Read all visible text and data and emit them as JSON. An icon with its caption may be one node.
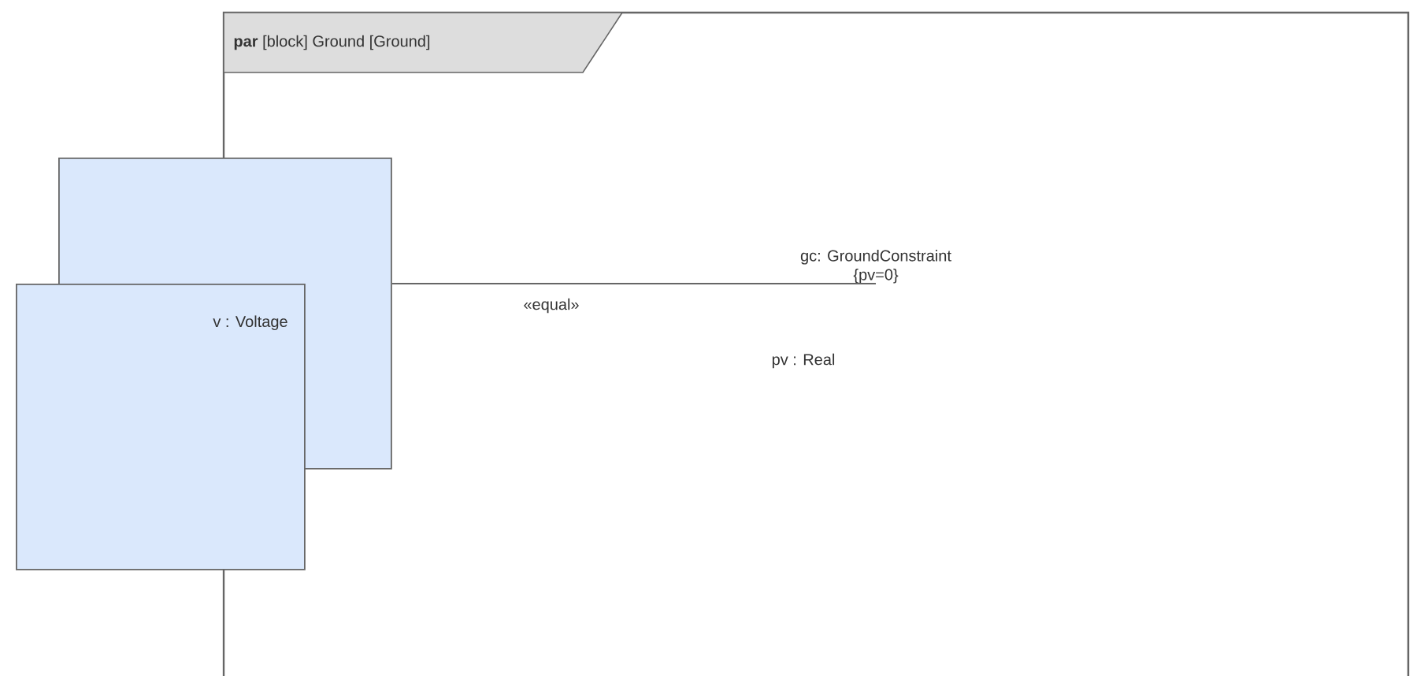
{
  "diagram": {
    "nodes": [
      {
        "text": [
          "**par** [block] Ground [Ground]"
        ]
      },
      {
        "text": [],
        "shape": "box"
      },
      {
        "text": [
          "v : Voltage"
        ]
      },
      {
        "text": [
          "gc: GroundConstraint",
          "{pv=0}"
        ],
        "in": 0
      }
    ],
    "edges": [
      {
        "from": 1,
        "to": 3,
        "arrow": "none",
        "label": "«equal»"
      }
    ],
    "labels": [
      "pv : Real"
    ]
  }
}
